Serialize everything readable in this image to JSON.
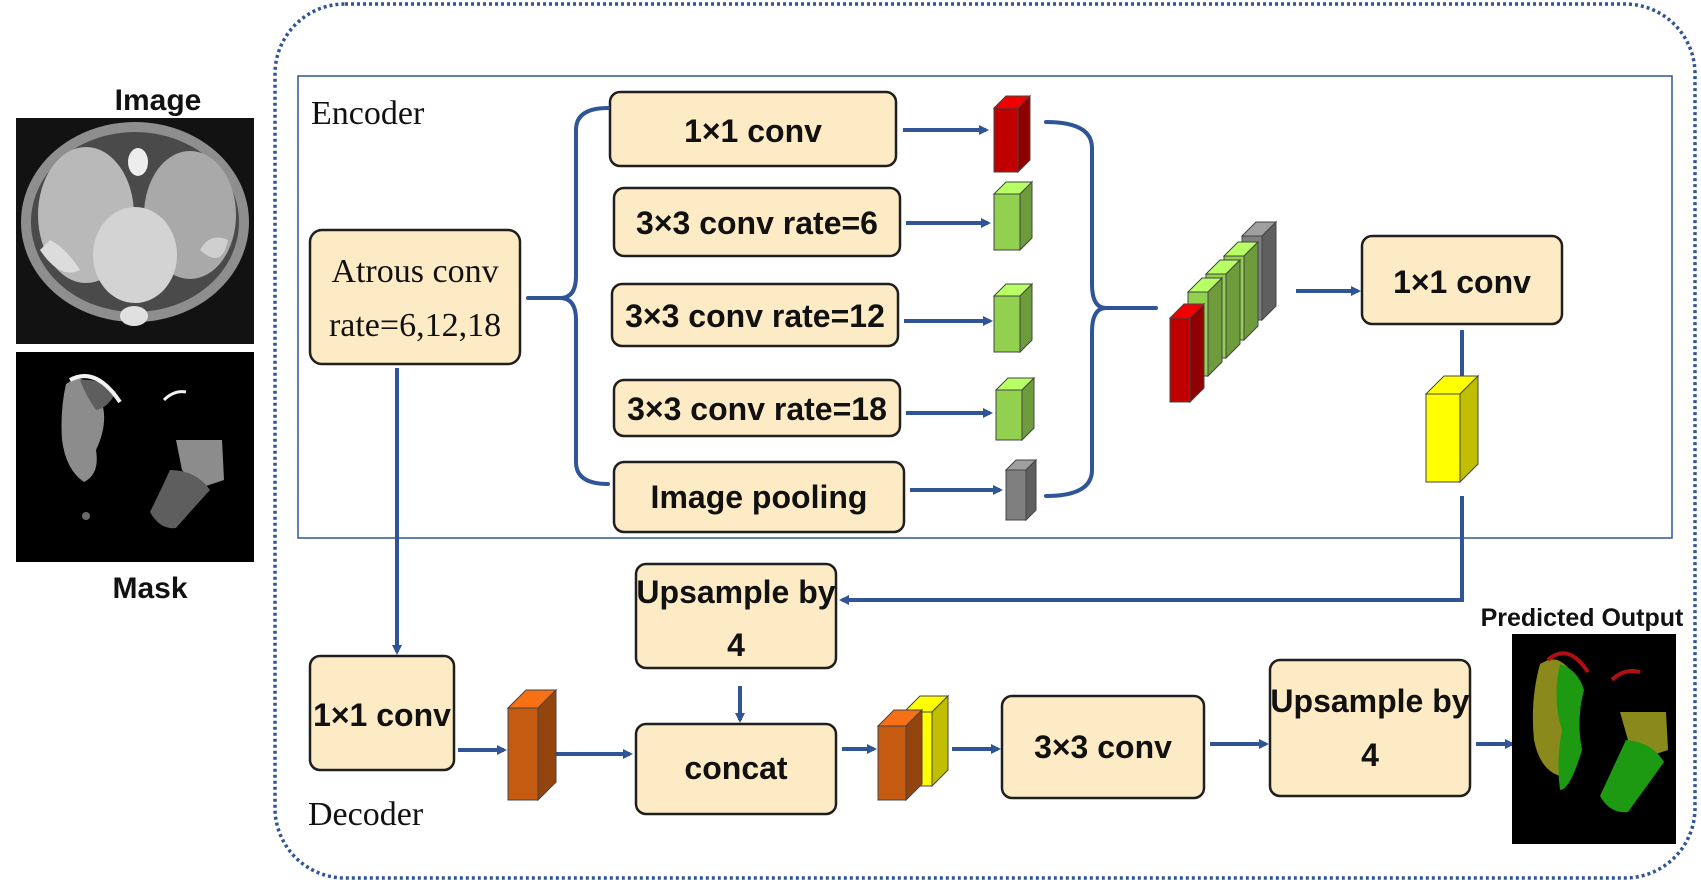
{
  "labels": {
    "image": "Image",
    "mask": "Mask",
    "predicted_output": "Predicted Output",
    "encoder": "Encoder",
    "decoder": "Decoder"
  },
  "encoder": {
    "atrous_line1": "Atrous conv",
    "atrous_line2": "rate=6,12,18",
    "branch_1x1": "1×1 conv",
    "branch_rate6": "3×3 conv rate=6",
    "branch_rate12": "3×3 conv rate=12",
    "branch_rate18": "3×3 conv rate=18",
    "branch_pooling": "Image pooling",
    "fuse_1x1": "1×1 conv"
  },
  "decoder": {
    "upsample_top_line1": "Upsample by",
    "upsample_top_line2": "4",
    "low_1x1": "1×1 conv",
    "concat": "concat",
    "conv_3x3": "3×3 conv",
    "upsample_out_line1": "Upsample by",
    "upsample_out_line2": "4"
  },
  "colors": {
    "box_fill": "#fdebc5",
    "arrow": "#2f5597",
    "feature_red": "#c00000",
    "feature_green": "#92d050",
    "feature_gray": "#7f7f7f",
    "feature_yellow": "#ffff00",
    "feature_orange": "#c55a11"
  }
}
